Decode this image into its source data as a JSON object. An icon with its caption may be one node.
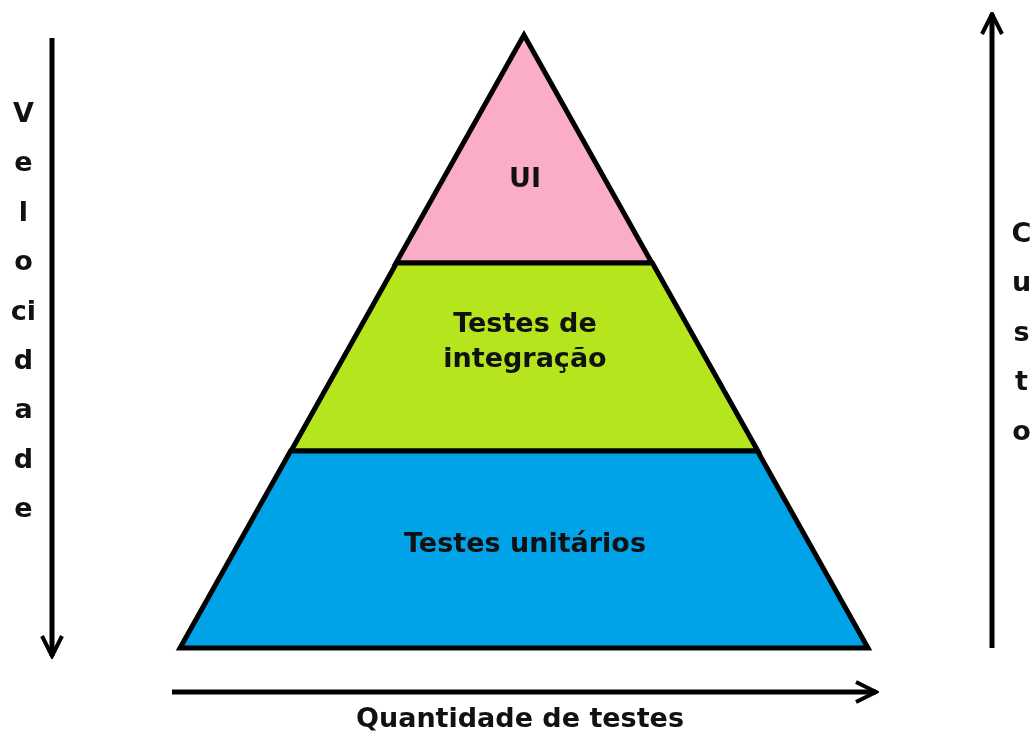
{
  "diagram": {
    "nodes": [
      {
        "text": [
          "UI"
        ]
      },
      {
        "text": [
          "Testes de integração"
        ]
      },
      {
        "text": [
          "Testes unitários"
        ]
      }
    ],
    "labels": [
      "Velocidade",
      "Custo",
      "Quantidade de testes"
    ]
  }
}
